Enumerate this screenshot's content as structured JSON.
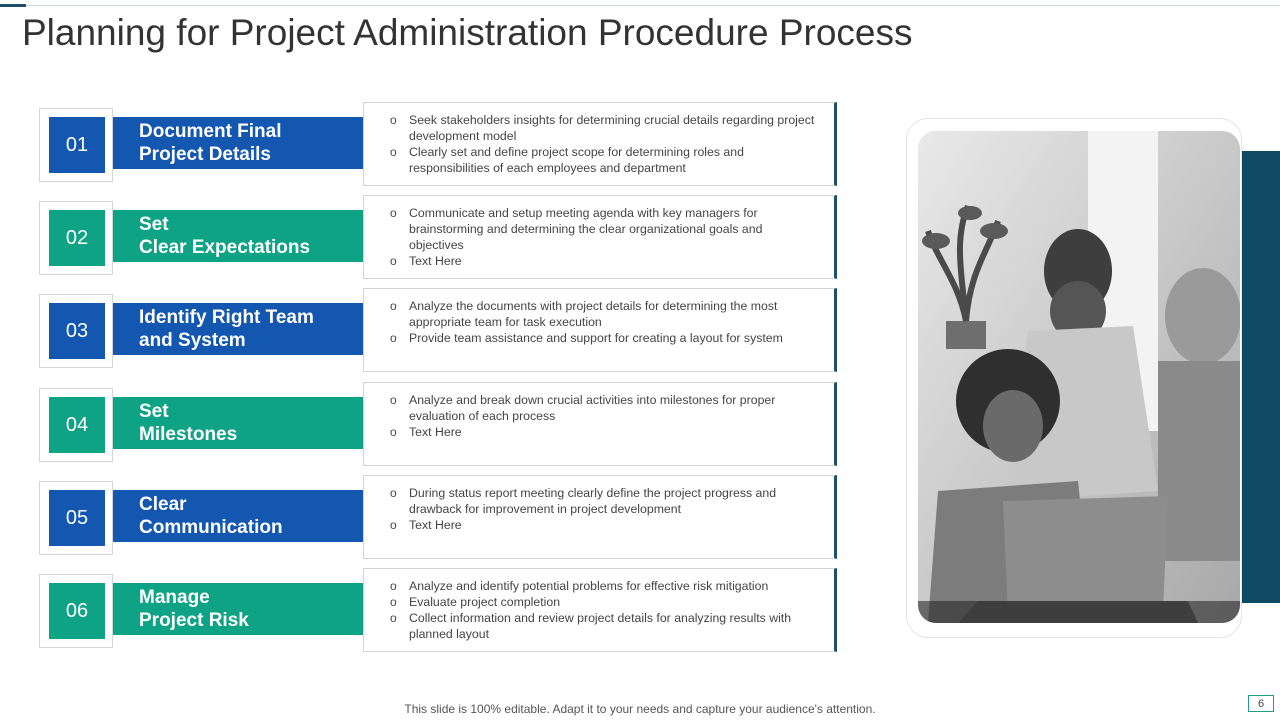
{
  "title": "Planning for Project Administration Procedure Process",
  "colors": {
    "blue": "#1357b0",
    "teal": "#0fa386",
    "dark_accent": "#0f4a63"
  },
  "steps": [
    {
      "number": "01",
      "heading_line1": "Document Final",
      "heading_line2": "Project Details",
      "color": "blue",
      "bullets": [
        "Seek stakeholders insights for determining crucial details regarding  project development  model",
        "Clearly set and define  project scope for determining roles and responsibilities of each  employees and department"
      ]
    },
    {
      "number": "02",
      "heading_line1": "Set",
      "heading_line2": "Clear Expectations",
      "color": "teal",
      "bullets": [
        "Communicate  and setup meeting agenda  with key managers for brainstorming  and determining  the clear organizational goals and objectives",
        "Text Here"
      ]
    },
    {
      "number": "03",
      "heading_line1": "Identify Right Team",
      "heading_line2": "and System",
      "color": "blue",
      "bullets": [
        "Analyze the documents with project details for determining the most appropriate  team for task execution",
        "Provide  team assistance and support for creating  a layout for system"
      ]
    },
    {
      "number": "04",
      "heading_line1": "Set",
      "heading_line2": "Milestones",
      "color": "teal",
      "bullets": [
        "Analyze and break down  crucial activities into milestones for proper evaluation  of each process",
        "Text Here"
      ]
    },
    {
      "number": "05",
      "heading_line1": "Clear",
      "heading_line2": "Communication",
      "color": "blue",
      "bullets": [
        "During  status report  meeting clearly define  the project progress and drawback for improvement  in project development",
        "Text Here"
      ]
    },
    {
      "number": "06",
      "heading_line1": "Manage",
      "heading_line2": "Project Risk",
      "color": "teal",
      "bullets": [
        "Analyze and identify  potential  problems for effective  risk mitigation",
        "Evaluate  project completion",
        "Collect information  and review  project details for analyzing results with planned layout"
      ]
    }
  ],
  "footer": "This slide is 100% editable. Adapt it to your needs and capture your audience's attention.",
  "page_number": "6"
}
